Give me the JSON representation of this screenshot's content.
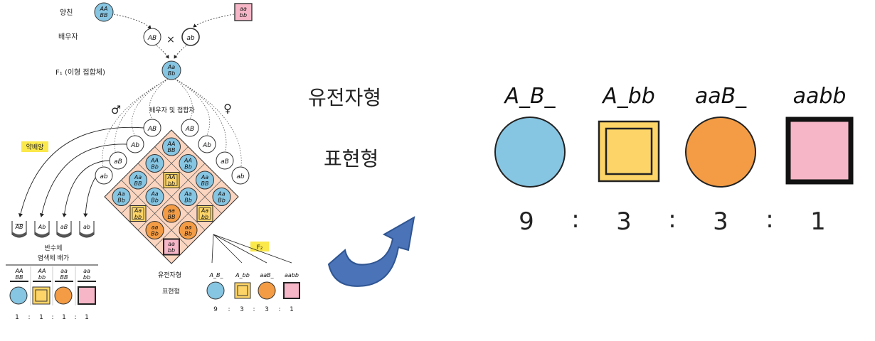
{
  "left": {
    "labels": {
      "parents": "양친",
      "gametes": "배우자",
      "f1": "F₁ (이형 접합체)",
      "gametes_and_zygotes": "배우자 및 접합자",
      "testcross": "약배양",
      "testcross_row1": "반수체",
      "testcross_row2": "염색체 배가",
      "f2": "F₂",
      "genotype": "유전자형",
      "phenotype": "표현형"
    },
    "parent_left": [
      "AA",
      "BB"
    ],
    "parent_right": [
      "aa",
      "bb"
    ],
    "gamete_left": "AB",
    "gamete_right": "ab",
    "cross_symbol": "×",
    "f1": [
      "Aa",
      "Bb"
    ],
    "male_symbol": "♂",
    "female_symbol": "♀",
    "male_gametes": [
      "AB",
      "Ab",
      "aB",
      "ab"
    ],
    "female_gametes": [
      "AB",
      "Ab",
      "aB",
      "ab"
    ],
    "tubes": [
      "AB",
      "Ab",
      "aB",
      "ab"
    ],
    "haploid_genotypes": [
      [
        "AA",
        "BB"
      ],
      [
        "AA",
        "bb"
      ],
      [
        "aa",
        "BB"
      ],
      [
        "aa",
        "bb"
      ]
    ],
    "haploid_ratio": [
      "1",
      ":",
      "1",
      ":",
      "1",
      ":",
      "1"
    ],
    "f2_genotypes": [
      "A_B_",
      "A_bb",
      "aaB_",
      "aabb"
    ],
    "f2_ratio": [
      "9",
      ":",
      "3",
      ":",
      "3",
      ":",
      "1"
    ],
    "grid": [
      [
        [
          "AA",
          "BB"
        ],
        [
          "AA",
          "Bb"
        ],
        [
          "Aa",
          "BB"
        ],
        [
          "Aa",
          "Bb"
        ]
      ],
      [
        [
          "AA",
          "Bb"
        ],
        [
          "AA",
          "bb"
        ],
        [
          "Aa",
          "Bb"
        ],
        [
          "Aa",
          "bb"
        ]
      ],
      [
        [
          "Aa",
          "BB"
        ],
        [
          "Aa",
          "Bb"
        ],
        [
          "aa",
          "BB"
        ],
        [
          "aa",
          "Bb"
        ]
      ],
      [
        [
          "Aa",
          "Bb"
        ],
        [
          "Aa",
          "bb"
        ],
        [
          "aa",
          "Bb"
        ],
        [
          "aa",
          "bb"
        ]
      ]
    ]
  },
  "middle": {
    "genotype_label": "유전자형",
    "phenotype_label": "표현형"
  },
  "right": {
    "genotypes": [
      "A_B_",
      "A_bb",
      "aaB_",
      "aabb"
    ],
    "ratio": [
      "9",
      ":",
      "3",
      ":",
      "3",
      ":",
      "1"
    ]
  },
  "colors": {
    "blue": "#87c6e3",
    "yellow": "#fcd468",
    "orange": "#f39c45",
    "pink": "#f6b6c8",
    "grid_fill": "#fbd5bf",
    "arrow": "#4a73b8",
    "highlight": "#fbe84b"
  }
}
